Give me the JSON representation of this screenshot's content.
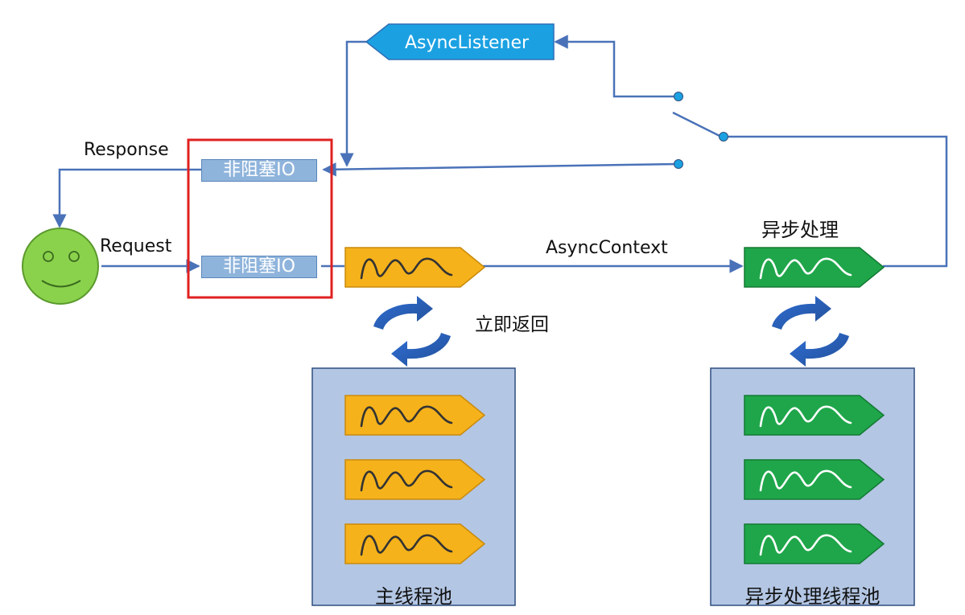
{
  "labels": {
    "async_listener": "AsyncListener",
    "response": "Response",
    "request": "Request",
    "io_top": "非阻塞IO",
    "io_bottom": "非阻塞IO",
    "async_context": "AsyncContext",
    "async_processing": "异步处理",
    "return_immediately": "立即返回",
    "main_pool": "主线程池",
    "async_pool": "异步处理线程池"
  },
  "colors": {
    "line": "#4a72b8",
    "highlight": "#e02020",
    "listener_fill": "#1ba1e2",
    "io_fill": "#8fb4dc",
    "worker_main": "#f5b21b",
    "worker_async": "#1fa64a",
    "pool_fill": "#b3c6e4",
    "smiley": "#8bd24c"
  },
  "icons": {
    "client": "smiley-face-icon",
    "worker": "wave-thread-icon",
    "cycle": "circular-arrows-icon",
    "switch": "switch-icon"
  }
}
